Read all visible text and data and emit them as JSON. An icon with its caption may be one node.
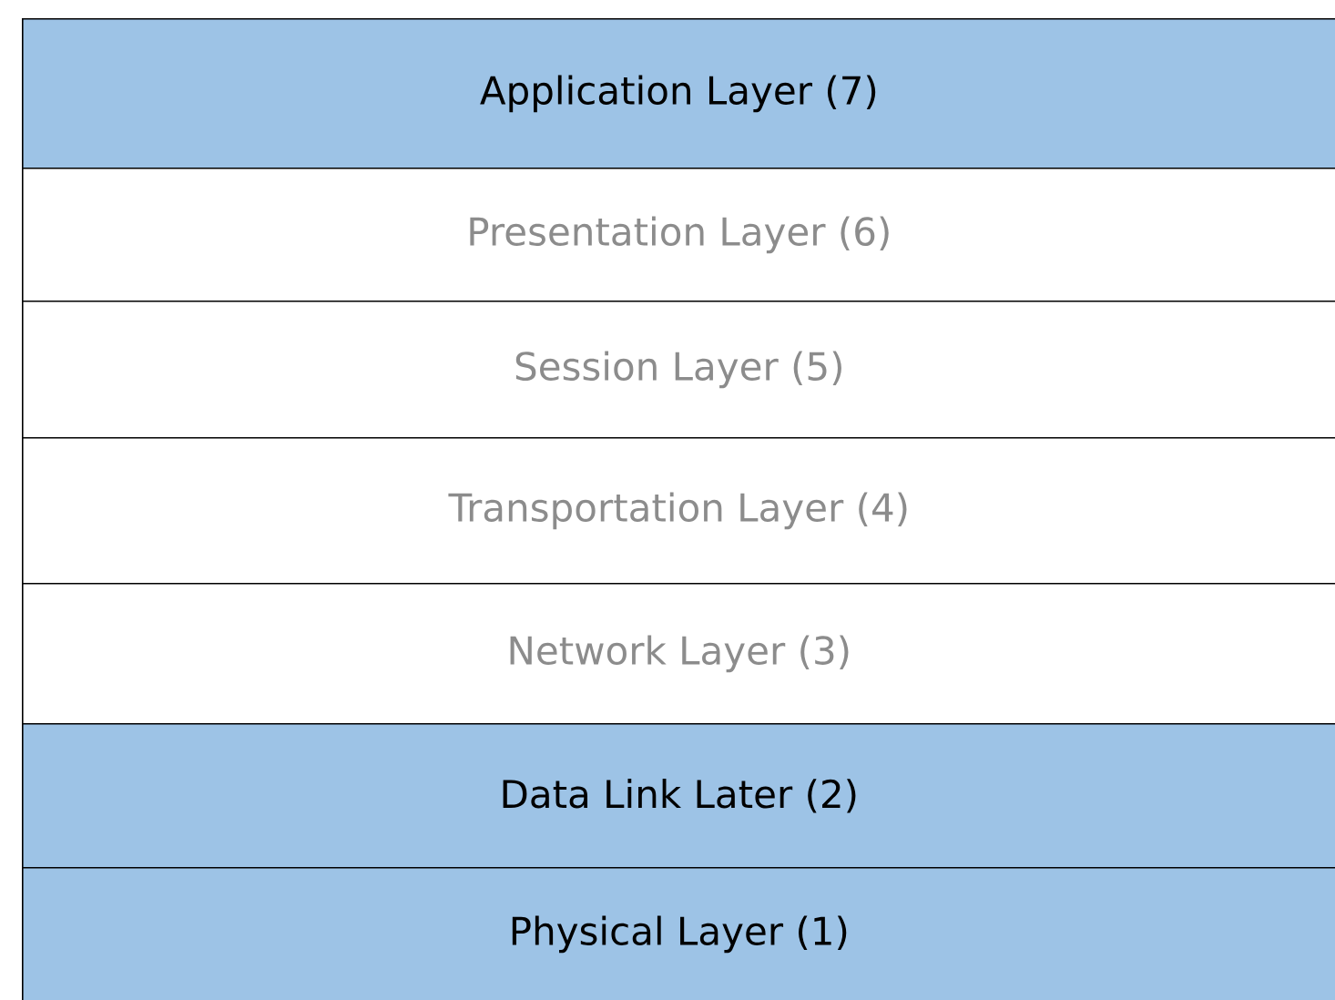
{
  "diagram": {
    "nodes": [
      {
        "text": [
          "Application Layer (7)"
        ]
      },
      {
        "text": [
          "Presentation Layer (6)"
        ]
      },
      {
        "text": [
          "Session Layer (5)"
        ]
      },
      {
        "text": [
          "Transportation Layer (4)"
        ]
      },
      {
        "text": [
          "Network Layer (3)"
        ]
      },
      {
        "text": [
          "Data Link Later (2)"
        ]
      },
      {
        "text": [
          "Physical Layer (1)"
        ]
      }
    ]
  }
}
